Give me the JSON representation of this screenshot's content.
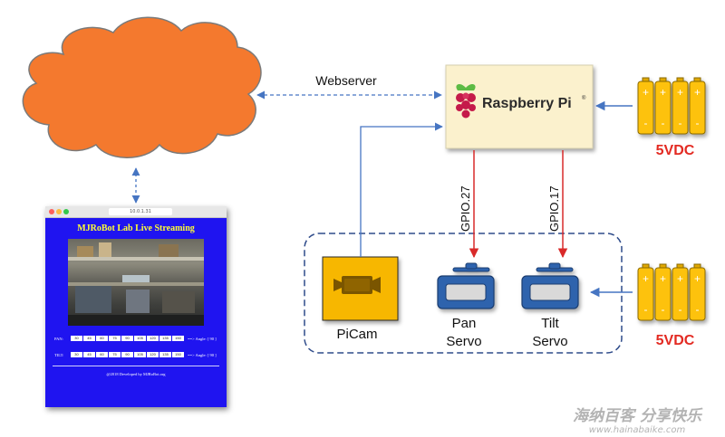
{
  "labels": {
    "webserver": "Webserver",
    "raspberry_pi": "Raspberry Pi",
    "raspberry_pi_mark": "®",
    "power_top": "5VDC",
    "power_bottom": "5VDC",
    "gpio_pan": "GPIO.27",
    "gpio_tilt": "GPIO.17",
    "picam": "PiCam",
    "pan_servo_line1": "Pan",
    "pan_servo_line2": "Servo",
    "tilt_servo_line1": "Tilt",
    "tilt_servo_line2": "Servo",
    "watermark_cn": "海纳百客 分享快乐",
    "watermark_url": "www.hainabaike.com"
  },
  "browser": {
    "url": "10.0.1.31",
    "title": "MJRoBot Lab Live Streaming",
    "pan_label": "PAN:",
    "tilt_label": "TILT:",
    "pan_buttons": [
      "30",
      "45",
      "60",
      "75",
      "90",
      "105",
      "120",
      "135",
      "150"
    ],
    "tilt_buttons": [
      "30",
      "45",
      "60",
      "75",
      "90",
      "105",
      "120",
      "135",
      "150"
    ],
    "pan_angle": "==> Angle: [ 90 ]",
    "tilt_angle": "==> Angle: [ 90 ]",
    "footer": "@2018 Developed by MJRoBot.org"
  },
  "battery": {
    "plus": "+",
    "minus": "-"
  },
  "colors": {
    "cloud_fill": "#f4792e",
    "pi_box_fill": "#fbf1cd",
    "battery_fill": "#fdc20a",
    "camera_fill": "#f7b700",
    "servo_fill": "#2e64ad",
    "arrow_blue": "#4675c2",
    "arrow_red": "#d92a2a",
    "power_text": "#e32a22"
  }
}
